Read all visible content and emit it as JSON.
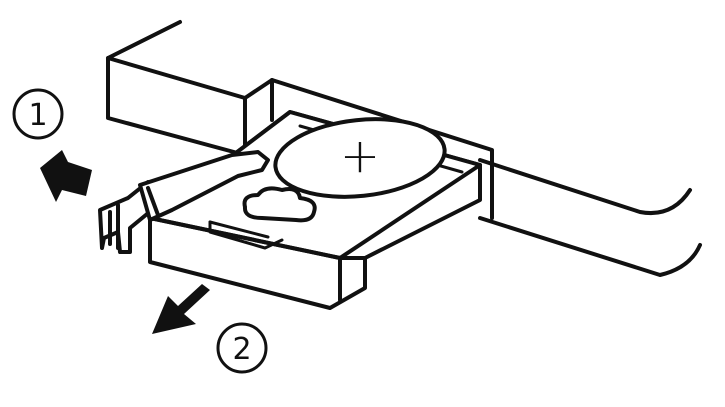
{
  "diagram": {
    "steps": [
      {
        "id": "step-1",
        "label": "1"
      },
      {
        "id": "step-2",
        "label": "2"
      }
    ],
    "battery_symbol": "+",
    "colors": {
      "line": "#111111",
      "arrow": "#111111",
      "background": "#ffffff"
    },
    "icons": [
      "arrow-push-icon",
      "arrow-pull-icon",
      "plus-sign-icon"
    ]
  }
}
